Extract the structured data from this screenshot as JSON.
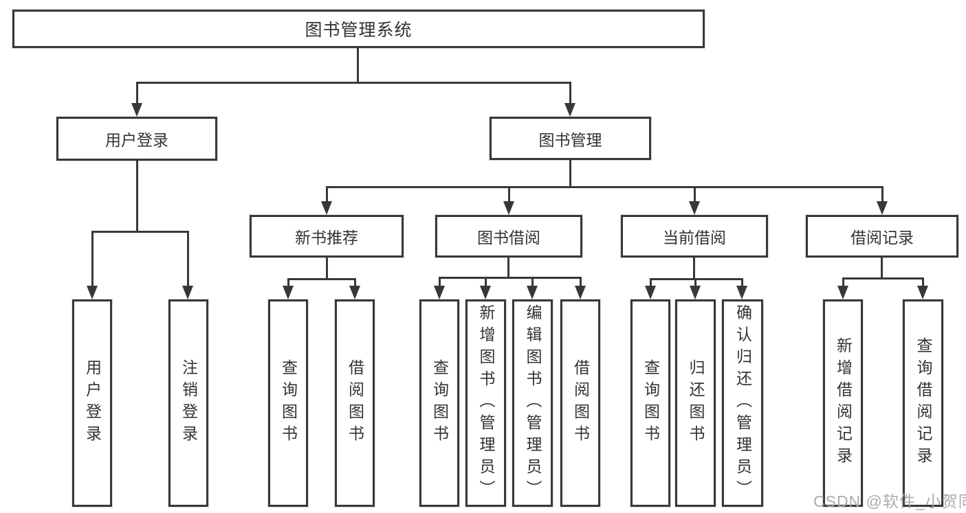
{
  "tree": {
    "label": "图书管理系统",
    "children": [
      {
        "label": "用户登录",
        "children": [
          {
            "label": "用户登录"
          },
          {
            "label": "注销登录"
          }
        ]
      },
      {
        "label": "图书管理",
        "children": [
          {
            "label": "新书推荐",
            "children": [
              {
                "label": "查询图书"
              },
              {
                "label": "借阅图书"
              }
            ]
          },
          {
            "label": "图书借阅",
            "children": [
              {
                "label": "查询图书"
              },
              {
                "label": "新增图书（管理员）"
              },
              {
                "label": "编辑图书（管理员）"
              },
              {
                "label": "借阅图书"
              }
            ]
          },
          {
            "label": "当前借阅",
            "children": [
              {
                "label": "查询图书"
              },
              {
                "label": "归还图书"
              },
              {
                "label": "确认归还（管理员）"
              }
            ]
          },
          {
            "label": "借阅记录",
            "children": [
              {
                "label": "新增借阅记录"
              },
              {
                "label": "查询借阅记录"
              }
            ]
          }
        ]
      }
    ]
  },
  "watermark": {
    "text": "CSDN @软件_小贺同学"
  },
  "colors": {
    "line": "#383838",
    "box_border": "#383838",
    "text": "#333333",
    "watermark": "#a7a7a7",
    "background": "#ffffff"
  }
}
